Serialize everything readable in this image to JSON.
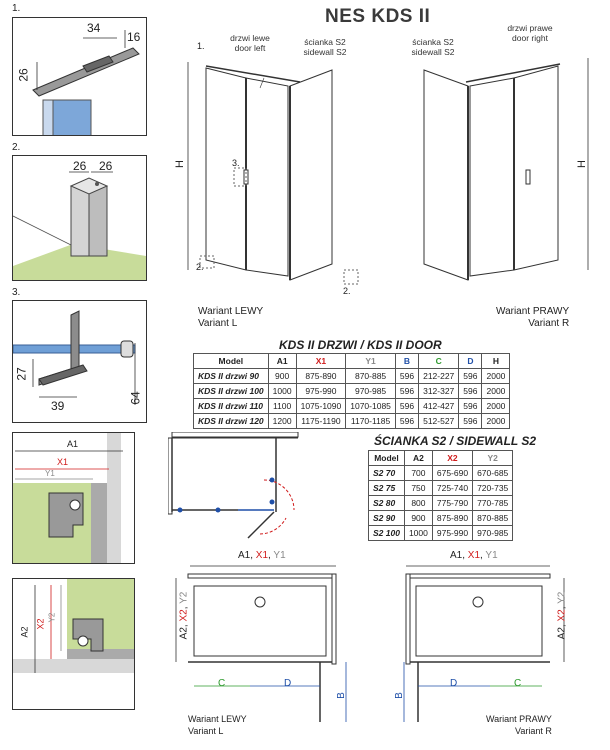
{
  "title": "NES KDS II",
  "detail_numbers": [
    "1.",
    "2.",
    "3."
  ],
  "detail1": {
    "dim_a": "34",
    "dim_b": "16",
    "dim_c": "26"
  },
  "detail2": {
    "dim_a": "26",
    "dim_b": "26"
  },
  "detail3": {
    "dim_a": "27",
    "dim_b": "39",
    "dim_c": "64"
  },
  "left_view": {
    "door_label": "drzwi lewe\ndoor left",
    "sidewall_label": "ścianka S2\nsidewall S2",
    "height_label": "H",
    "callouts": [
      "1.",
      "3.",
      "2.",
      "2."
    ],
    "variant": "Wariant LEWY\nVariant L"
  },
  "right_view": {
    "sidewall_label": "ścianka S2\nsidewall S2",
    "door_label": "drzwi prawe\ndoor right",
    "height_label": "H",
    "variant": "Wariant PRAWY\nVariant R"
  },
  "door_table": {
    "title": "KDS II DRZWI / KDS II DOOR",
    "headers": [
      "Model",
      "A1",
      "X1",
      "Y1",
      "B",
      "C",
      "D",
      "H"
    ],
    "header_colors": [
      "#222222",
      "#222222",
      "#d01c1c",
      "#888888",
      "#1f4fa8",
      "#2e9a2e",
      "#1f4fa8",
      "#222222"
    ],
    "rows": [
      [
        "KDS II drzwi 90",
        "900",
        "875-890",
        "870-885",
        "596",
        "212-227",
        "596",
        "2000"
      ],
      [
        "KDS II drzwi 100",
        "1000",
        "975-990",
        "970-985",
        "596",
        "312-327",
        "596",
        "2000"
      ],
      [
        "KDS II drzwi 110",
        "1100",
        "1075-1090",
        "1070-1085",
        "596",
        "412-427",
        "596",
        "2000"
      ],
      [
        "KDS II drzwi 120",
        "1200",
        "1175-1190",
        "1170-1185",
        "596",
        "512-527",
        "596",
        "2000"
      ]
    ]
  },
  "sidewall_table": {
    "title": "ŚCIANKA S2 / SIDEWALL S2",
    "headers": [
      "Model",
      "A2",
      "X2",
      "Y2"
    ],
    "header_colors": [
      "#222222",
      "#222222",
      "#d01c1c",
      "#888888"
    ],
    "rows": [
      [
        "S2 70",
        "700",
        "675-690",
        "670-685"
      ],
      [
        "S2 75",
        "750",
        "725-740",
        "720-735"
      ],
      [
        "S2 80",
        "800",
        "775-790",
        "770-785"
      ],
      [
        "S2 90",
        "900",
        "875-890",
        "870-885"
      ],
      [
        "S2 100",
        "1000",
        "975-990",
        "970-985"
      ]
    ]
  },
  "dims": {
    "a1": "A1",
    "x1": "X1",
    "y1": "Y1",
    "a2": "A2",
    "x2": "X2",
    "y2": "Y2",
    "b": "B",
    "c": "C",
    "d": "D",
    "comma": ","
  },
  "plan_left_variant": "Wariant LEWY\nVariant L",
  "plan_right_variant": "Wariant PRAWY\nVariant R",
  "colors": {
    "red": "#d01c1c",
    "blue": "#1f4fa8",
    "green": "#2e9a2e",
    "gray": "#888888",
    "wall_green": "#c8dc9a"
  }
}
